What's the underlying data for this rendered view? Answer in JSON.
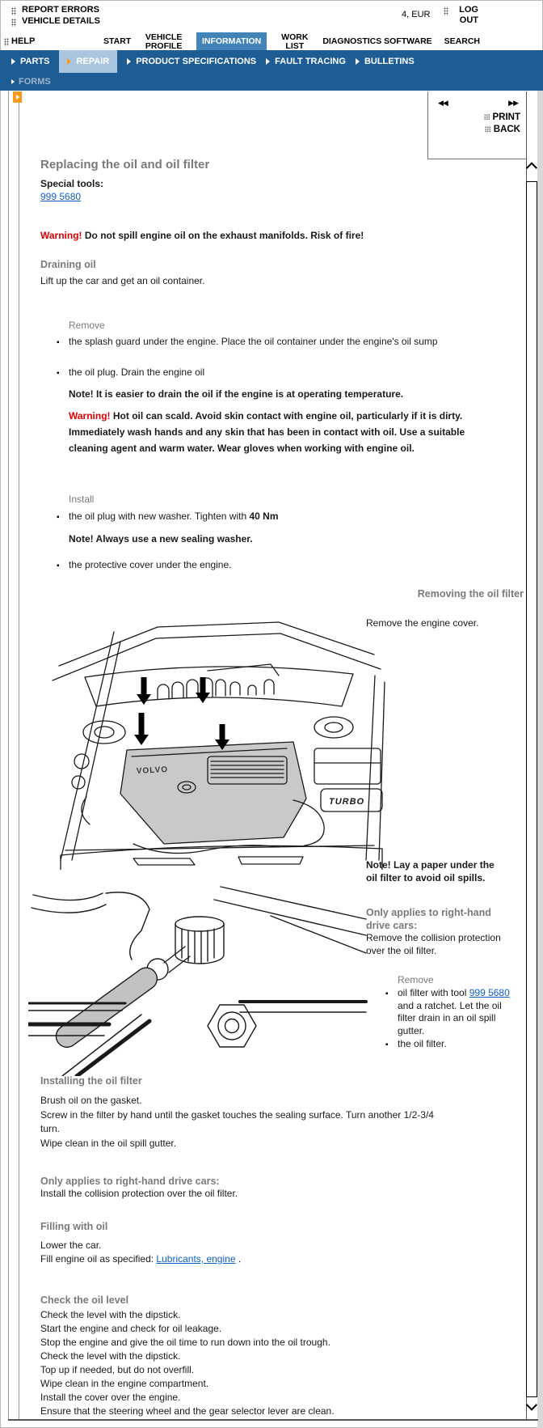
{
  "header": {
    "report_errors": "REPORT ERRORS",
    "vehicle_details": "VEHICLE DETAILS",
    "profile_value": "4, EUR",
    "log_out": "LOG OUT",
    "help": "HELP",
    "tabs": [
      {
        "label": "START"
      },
      {
        "label": "VEHICLE PROFILE"
      },
      {
        "label": "INFORMATION",
        "active": true
      },
      {
        "label": "WORK LIST"
      },
      {
        "label": "DIAGNOSTICS SOFTWARE"
      },
      {
        "label": "SEARCH"
      }
    ]
  },
  "subnav": {
    "row1": [
      {
        "label": "PARTS"
      },
      {
        "label": "REPAIR",
        "active": true
      },
      {
        "label": "PRODUCT SPECIFICATIONS"
      },
      {
        "label": "FAULT TRACING"
      },
      {
        "label": "BULLETINS"
      }
    ],
    "row2": [
      {
        "label": "FORMS"
      }
    ]
  },
  "toolbar": {
    "prev": "◀◀",
    "next": "▶▶",
    "print": "PRINT",
    "back": "BACK"
  },
  "article": {
    "title": "Replacing the oil and oil filter",
    "special_tools_label": "Special tools:",
    "special_tool_link": "999 5680",
    "warning1_label": "Warning!",
    "warning1_text": "Do not spill engine oil on the exhaust manifolds. Risk of fire!",
    "draining": {
      "heading": "Draining oil",
      "intro": "Lift up the car and get an oil container.",
      "remove_label": "Remove",
      "remove_item1": "the splash guard under the engine. Place the oil container under the engine's oil sump",
      "remove_item2": "the oil plug. Drain the engine oil",
      "note": "Note! It is easier to drain the oil if the engine is at operating temperature.",
      "warning_label": "Warning!",
      "warning_text": "Hot oil can scald. Avoid skin contact with engine oil, particularly if it is dirty. Immediately wash hands and any skin that has been in contact with oil. Use a suitable cleaning agent and warm water. Wear gloves when working with engine oil.",
      "install_label": "Install",
      "install_item1_pre": "the oil plug with new washer. Tighten with",
      "install_item1_torque": "40 Nm",
      "install_note": "Note! Always use a new sealing washer.",
      "install_item2": "the protective cover under the engine."
    },
    "removing": {
      "heading": "Removing the oil filter",
      "step1": "Remove the engine cover.",
      "figure1": {
        "volvo_label": "VOLVO",
        "turbo_label": "TURBO"
      },
      "note": "Note! Lay a paper under the oil filter to avoid oil spills.",
      "rhd_heading": "Only applies to right-hand drive cars:",
      "rhd_text": "Remove the collision protection over the oil filter.",
      "remove_label": "Remove",
      "item1_pre": "oil filter with tool",
      "item1_link": "999 5680",
      "item1_post": "and a ratchet. Let the oil filter drain in an oil spill gutter.",
      "item2": "the oil filter."
    },
    "installing": {
      "heading": "Installing the oil filter",
      "line1": "Brush oil on the gasket.",
      "line2": "Screw in the filter by hand until the gasket touches the sealing surface. Turn another 1/2-3/4 turn.",
      "line3": "Wipe clean in the oil spill gutter.",
      "rhd_heading": "Only applies to right-hand drive cars:",
      "rhd_text": "Install the collision protection over the oil filter."
    },
    "filling": {
      "heading": "Filling with oil",
      "line1": "Lower the car.",
      "line2_pre": "Fill engine oil as specified:",
      "line2_link": "Lubricants, engine",
      "line2_post": "."
    },
    "check": {
      "heading": "Check the oil level",
      "lines": [
        "Check the level with the dipstick.",
        "Start the engine and check for oil leakage.",
        "Stop the engine and give the oil time to run down into the oil trough.",
        "Check the level with the dipstick.",
        "Top up if needed, but do not overfill.",
        "Wipe clean in the engine compartment.",
        "Install the cover over the engine.",
        "Ensure that the steering wheel and the gear selector lever are clean."
      ]
    }
  },
  "colors": {
    "nav_bar_blue": "#1e5c94",
    "active_tab_blue": "#4283b8",
    "repair_highlight": "#a9c5df",
    "accent_orange": "#f89c1c",
    "link_blue": "#1060c6",
    "warning_red": "#e00000",
    "heading_gray": "#7a7a7a"
  }
}
